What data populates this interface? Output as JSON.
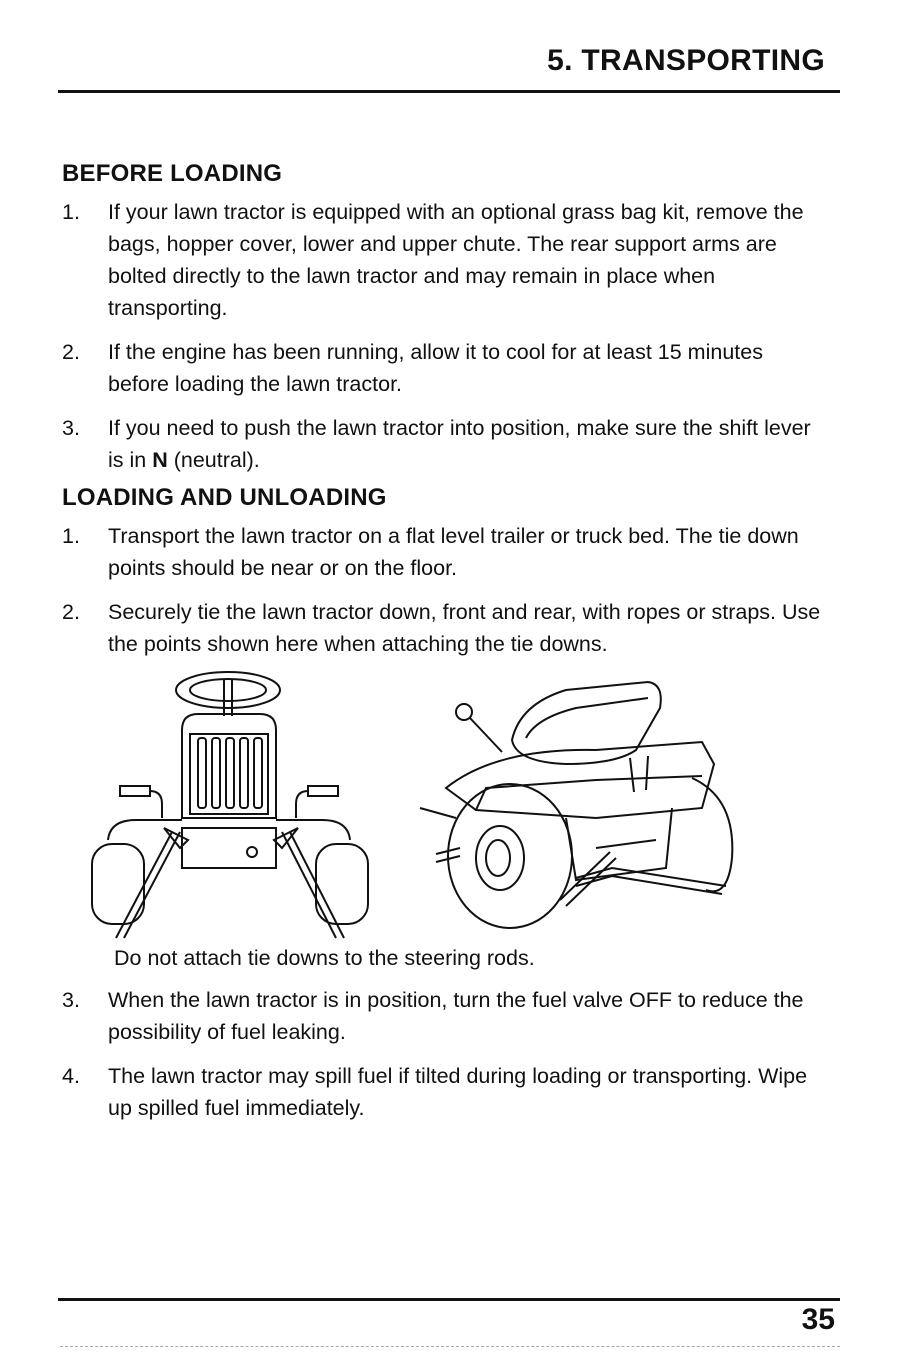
{
  "header": {
    "title": "5. TRANSPORTING"
  },
  "before_loading": {
    "heading": "BEFORE LOADING",
    "items": [
      {
        "num": "1.",
        "text": "If your lawn tractor is equipped with an optional grass bag kit, remove the bags, hopper cover, lower and upper chute. The rear support arms are bolted directly to the lawn tractor and may remain in place when transporting."
      },
      {
        "num": "2.",
        "text": "If the engine has been running, allow it to cool for at least 15 minutes before loading the lawn tractor."
      },
      {
        "num": "3.",
        "text_pre": "If you need to push the lawn tractor into position, make sure the shift lever is in ",
        "text_bold": "N",
        "text_post": " (neutral)."
      }
    ]
  },
  "loading_unloading": {
    "heading": "LOADING AND UNLOADING",
    "items": [
      {
        "num": "1.",
        "text": "Transport the lawn tractor on a flat level trailer or truck bed. The tie down points should be near or on the floor."
      },
      {
        "num": "2.",
        "text": "Securely tie the lawn tractor down, front and rear, with ropes or straps. Use the points shown here when attaching the tie downs."
      }
    ],
    "caption": "Do not attach tie downs to the steering rods.",
    "items_after": [
      {
        "num": "3.",
        "text": "When the lawn tractor is in position, turn the fuel valve OFF to reduce the possibility of fuel leaking."
      },
      {
        "num": "4.",
        "text": "The lawn tractor may spill fuel if tilted during loading or transporting. Wipe up spilled fuel immediately."
      }
    ]
  },
  "footer": {
    "page_number": "35"
  }
}
